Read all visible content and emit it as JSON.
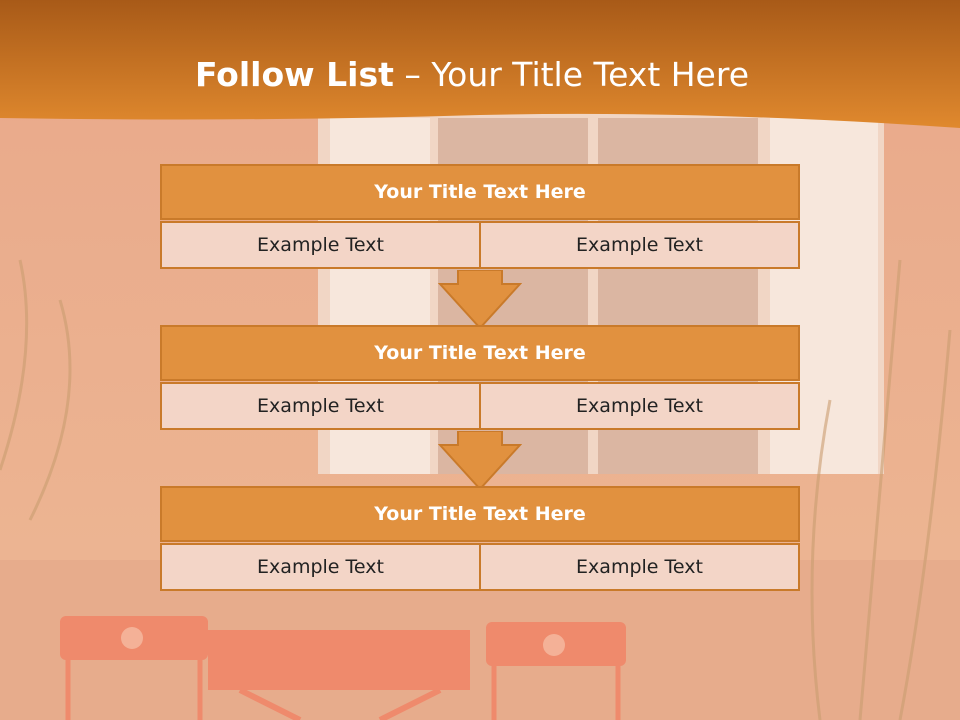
{
  "slide": {
    "title_bold": "Follow List",
    "title_rest": "– Your Title Text Here",
    "colors": {
      "header_band": "#cf7624",
      "box_header": "#e1913f",
      "box_cell": "#f3d5c7",
      "border": "#c97a2a"
    },
    "blocks": [
      {
        "title": "Your Title Text Here",
        "cells": [
          "Example Text",
          "Example Text"
        ]
      },
      {
        "title": "Your Title Text Here",
        "cells": [
          "Example Text",
          "Example Text"
        ]
      },
      {
        "title": "Your Title Text Here",
        "cells": [
          "Example Text",
          "Example Text"
        ]
      }
    ]
  }
}
